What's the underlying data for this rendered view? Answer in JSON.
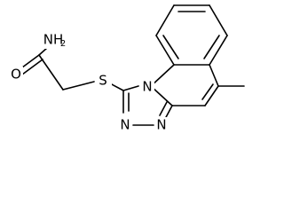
{
  "molecule": {
    "atoms": {
      "nh2": "NH",
      "nh2_sub": "2",
      "o": "O",
      "s": "S",
      "n1": "N",
      "n2": "N",
      "n3": "N",
      "methyl": ""
    },
    "colors": {
      "bond": "#000000",
      "text": "#000000",
      "background": "#ffffff"
    }
  }
}
